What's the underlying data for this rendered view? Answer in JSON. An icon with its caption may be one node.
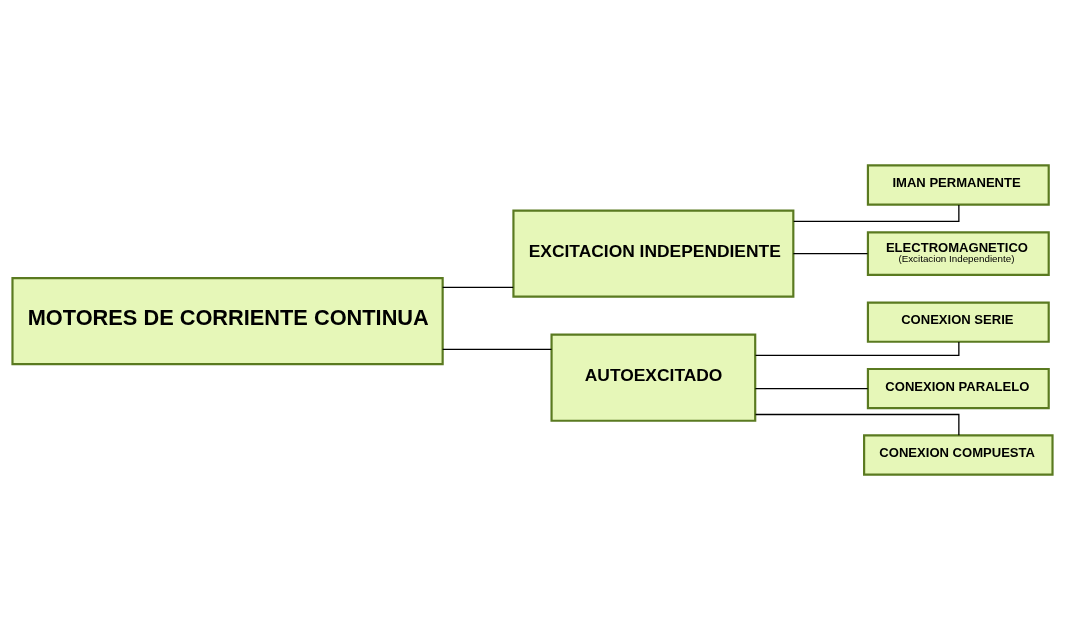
{
  "diagram": {
    "nodes": [
      {
        "text": [
          "MOTORES DE CORRIENTE CONTINUA"
        ]
      },
      {
        "text": [
          "EXCITACION INDEPENDIENTE"
        ]
      },
      {
        "text": [
          "IMAN PERMANENTE"
        ]
      },
      {
        "text": [
          "ELECTROMAGNETICO",
          "(Excitacion Independiente)"
        ]
      },
      {
        "text": [
          "AUTOEXCITADO"
        ]
      },
      {
        "text": [
          "CONEXION SERIE"
        ]
      },
      {
        "text": [
          "CONEXION PARALELO"
        ]
      },
      {
        "text": [
          "CONEXION COMPUESTA"
        ]
      }
    ],
    "edges": [
      {
        "from": 0,
        "to": 1,
        "arrow": "none"
      },
      {
        "from": 0,
        "to": 4,
        "arrow": "none"
      },
      {
        "from": 1,
        "to": 2,
        "arrow": "none"
      },
      {
        "from": 1,
        "to": 3,
        "arrow": "none"
      },
      {
        "from": 4,
        "to": 5,
        "arrow": "none"
      },
      {
        "from": 4,
        "to": 6,
        "arrow": "none"
      },
      {
        "from": 4,
        "to": 7,
        "arrow": "none"
      }
    ]
  }
}
